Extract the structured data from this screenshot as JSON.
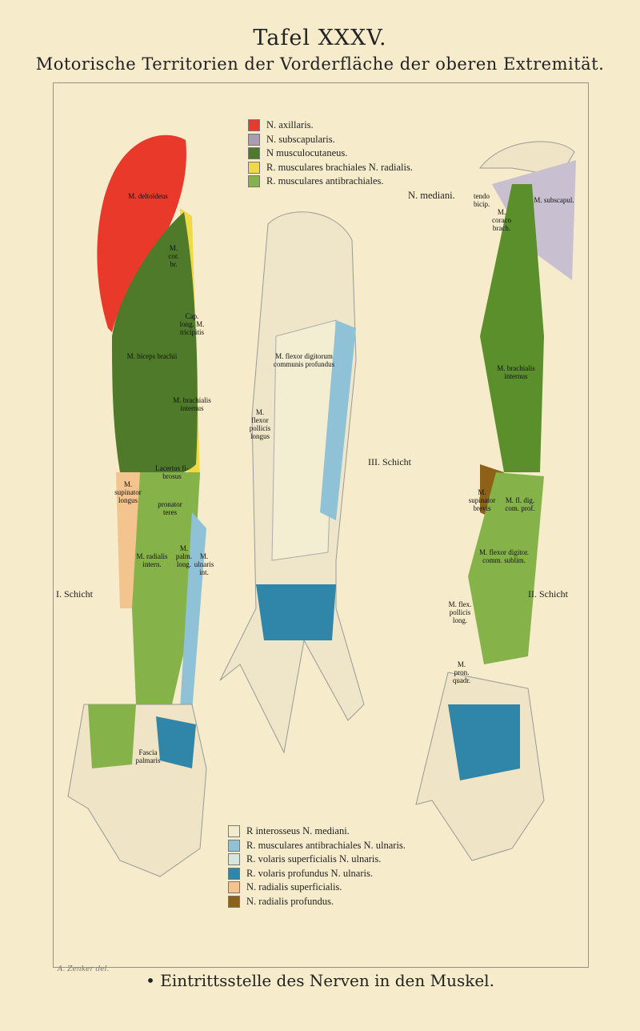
{
  "title": "Tafel XXXV.",
  "subtitle": "Motorische Territorien der Vorderfläche der oberen Extremität.",
  "legend_top": [
    {
      "label": "N. axillaris.",
      "color": "#e8392a"
    },
    {
      "label": "N. subscapularis.",
      "color": "#a89cae"
    },
    {
      "label": "N musculocutaneus.",
      "color": "#4f7a2a"
    },
    {
      "label": "R. musculares brachiales N. radialis.",
      "color": "#f1d845"
    },
    {
      "label": "R. musculares antibrachiales.",
      "color": "#86b24a"
    }
  ],
  "legend_top_tail": "N. mediani.",
  "legend_bottom": [
    {
      "label": "R interosseus N. mediani.",
      "color": "#f1ebcf"
    },
    {
      "label": "R. musculares antibrachiales N. ulnaris.",
      "color": "#8fc2d6"
    },
    {
      "label": "R. volaris superficialis N. ulnaris.",
      "color": "#d7e6dc"
    },
    {
      "label": "R. volaris profundus N. ulnaris.",
      "color": "#2f86a8"
    },
    {
      "label": "N. radialis superficialis.",
      "color": "#f3c48d"
    },
    {
      "label": "N. radialis profundus.",
      "color": "#8d6218"
    }
  ],
  "layers": {
    "first": "I. Schicht",
    "second": "II. Schicht",
    "third": "III. Schicht"
  },
  "labels": {
    "deltoideus": "M. deltoideus",
    "biceps": "M. biceps brachii",
    "coracobrachialis": "M. cor. br.",
    "triceps": "Cap. long. M. tricipitis",
    "brachialis_left": "M. brachialis internus",
    "lacertus": "Lacertus fi- brosus",
    "pronator": "pronator teres",
    "supinator": "M. supinator longus",
    "radialis_int": "M. radialis intern.",
    "palmaris": "M. palm. long.",
    "ulnaris": "M. ulnaris int.",
    "fascia": "Fascia palmaris",
    "flexor_dig_prof": "M. flexor digitorum communis profundus",
    "flexor_poll": "M. flexor pollicis longus",
    "subscapul": "M. subscapul.",
    "tendo": "tendo bicip.",
    "corac_brach": "M. coraco brach.",
    "brachialis_right": "M. brachialis internus",
    "supinator_brevis": "M. supinator brevis",
    "fl_dig_prof": "M. fl. dig. com. prof.",
    "flexor_sublim": "M. flexor digitor. comm. sublim.",
    "flexor_poll_right": "M. flex. pollicis long.",
    "pronator_quadr": "M. pron. quadr."
  },
  "caption": "• Eintrittsstelle des Nerven in den Muskel.",
  "signature": "A. Zenker del."
}
